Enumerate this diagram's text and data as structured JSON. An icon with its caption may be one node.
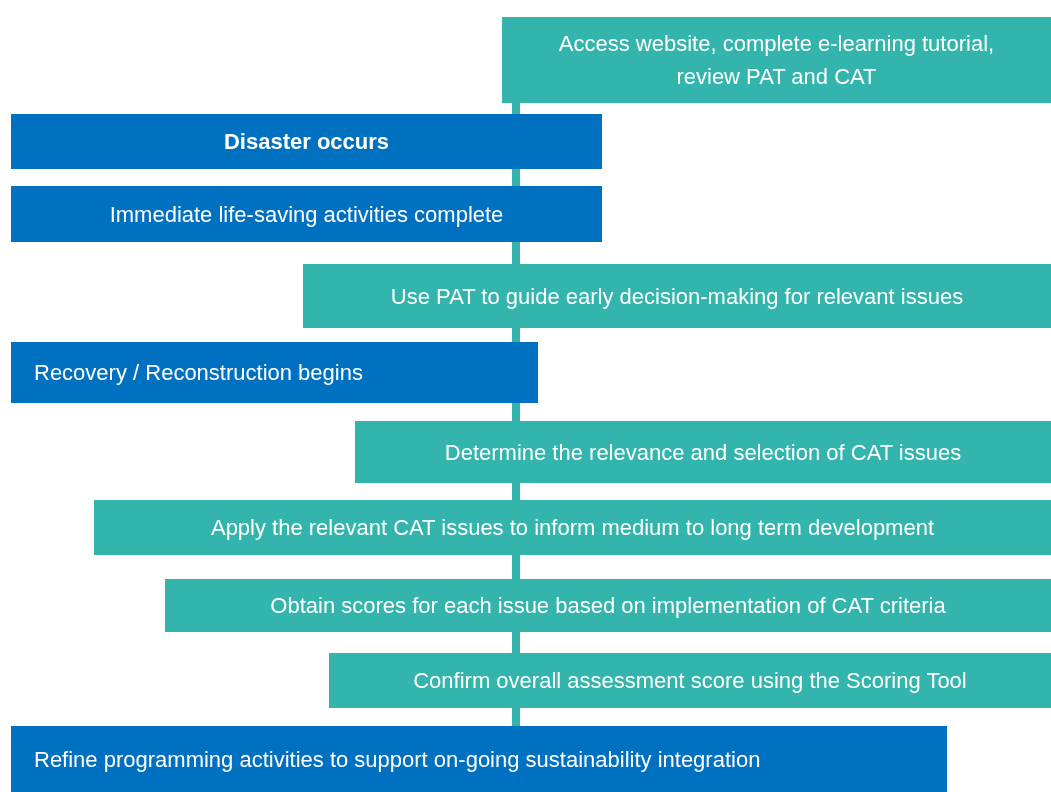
{
  "diagram": {
    "nodes": [
      {
        "text": [
          "Access website, complete e-learning tutorial, review PAT and CAT"
        ]
      },
      {
        "text": [
          "Disaster occurs"
        ]
      },
      {
        "text": [
          "Immediate life-saving activities complete"
        ]
      },
      {
        "text": [
          "Use PAT to guide early decision-making for relevant issues"
        ]
      },
      {
        "text": [
          "Recovery / Reconstruction begins"
        ]
      },
      {
        "text": [
          "Determine the relevance and selection of CAT issues"
        ]
      },
      {
        "text": [
          "Apply the relevant CAT issues to inform medium to long term development"
        ]
      },
      {
        "text": [
          "Obtain scores for each issue based on implementation of CAT criteria"
        ]
      },
      {
        "text": [
          "Confirm overall assessment score using the Scoring Tool"
        ]
      },
      {
        "text": [
          "Refine programming activities to support on-going sustainability integration"
        ]
      }
    ],
    "edges": [
      {
        "from": 0,
        "to": 1,
        "arrow": "none"
      },
      {
        "from": 1,
        "to": 2,
        "arrow": "none"
      },
      {
        "from": 2,
        "to": 3,
        "arrow": "none"
      },
      {
        "from": 3,
        "to": 4,
        "arrow": "none"
      },
      {
        "from": 4,
        "to": 5,
        "arrow": "none"
      },
      {
        "from": 5,
        "to": 6,
        "arrow": "none"
      },
      {
        "from": 6,
        "to": 7,
        "arrow": "none"
      },
      {
        "from": 7,
        "to": 8,
        "arrow": "none"
      },
      {
        "from": 8,
        "to": 9,
        "arrow": "none"
      }
    ]
  }
}
